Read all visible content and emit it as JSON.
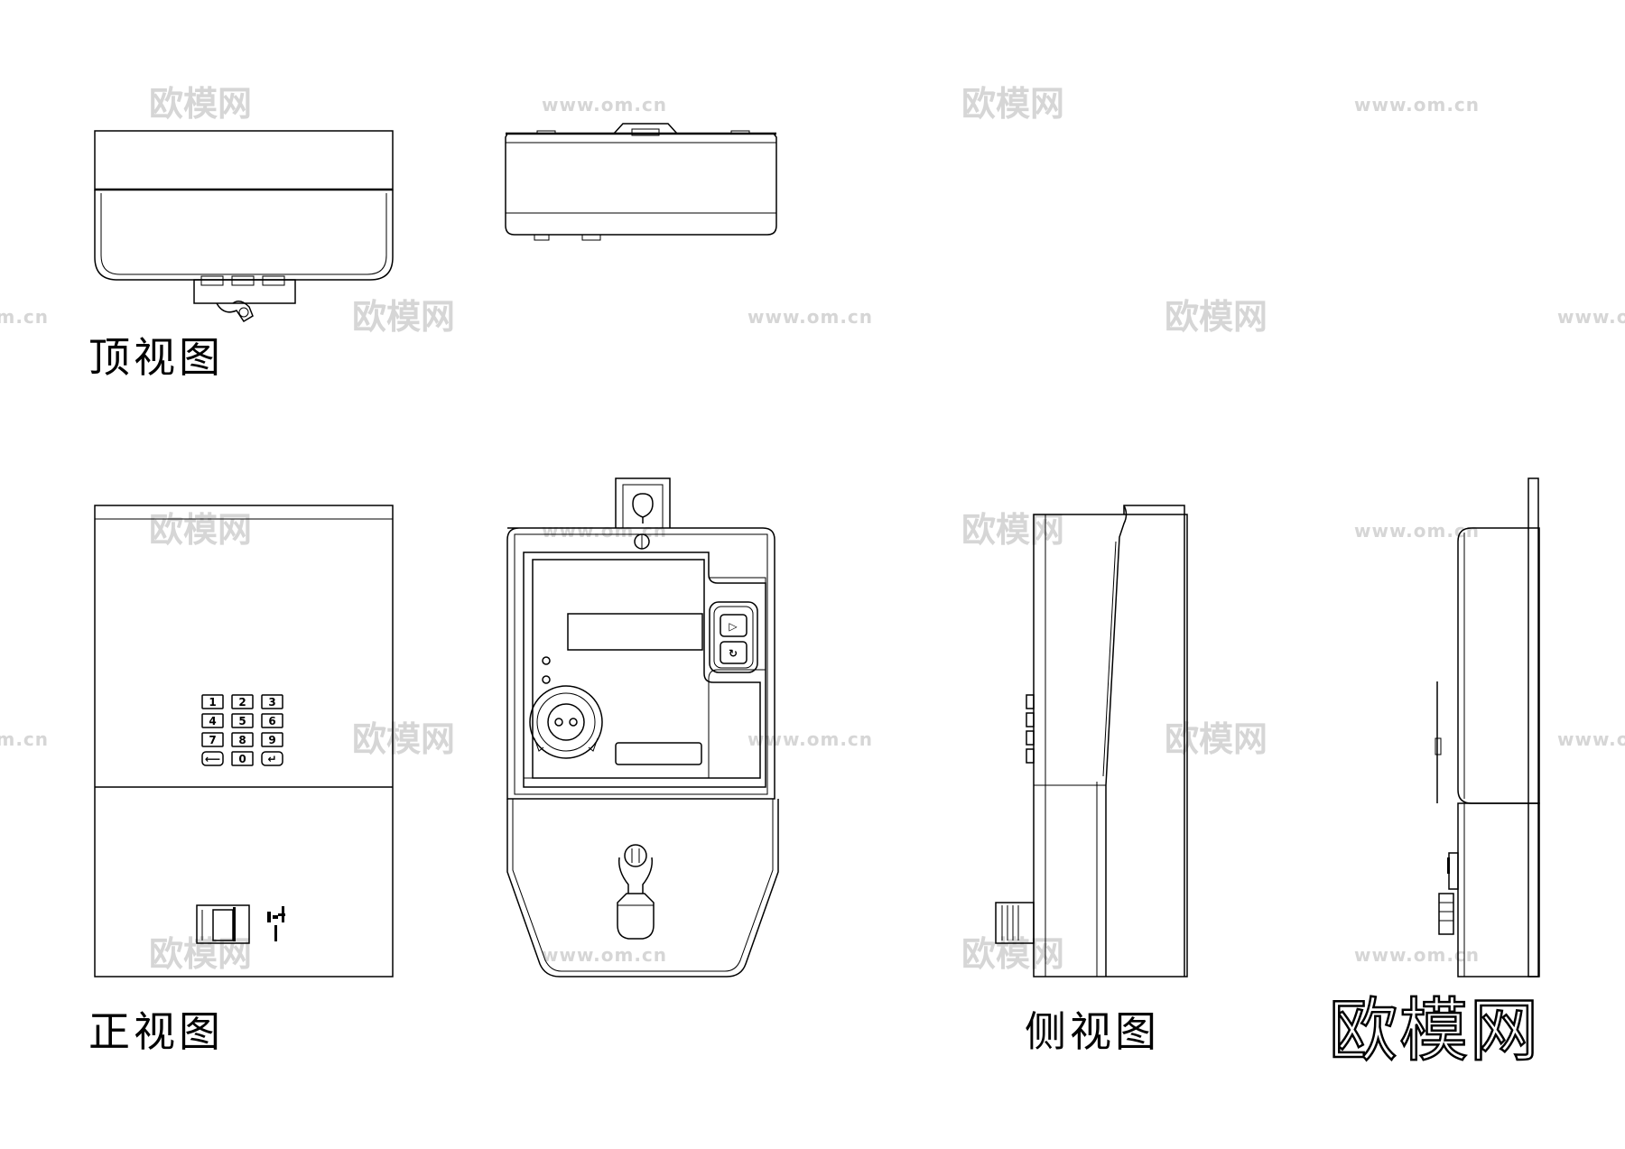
{
  "labels": {
    "top_view": "顶视图",
    "front_view": "正视图",
    "side_view": "侧视图"
  },
  "brand": "欧模网",
  "watermark": {
    "logo_text": "欧模网",
    "url_text": "www.om.cn"
  },
  "keypad": {
    "keys": [
      "1",
      "2",
      "3",
      "4",
      "5",
      "6",
      "7",
      "8",
      "9",
      "⟵",
      "0",
      "↵"
    ]
  },
  "buttons": {
    "page": "▷",
    "function": "↻"
  },
  "colors": {
    "line": "#000000",
    "background": "#ffffff",
    "watermark": "#d6d6d6"
  }
}
